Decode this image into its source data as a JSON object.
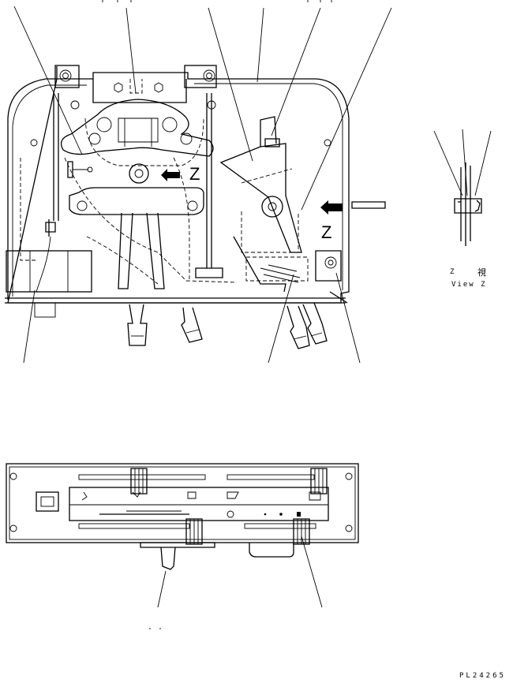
{
  "view_label": {
    "letter": "Z",
    "kanji": "視",
    "caption": "View Z"
  },
  "arrow_letters": {
    "left": "Z",
    "right": "Z"
  },
  "drawing_number": "PL24265"
}
